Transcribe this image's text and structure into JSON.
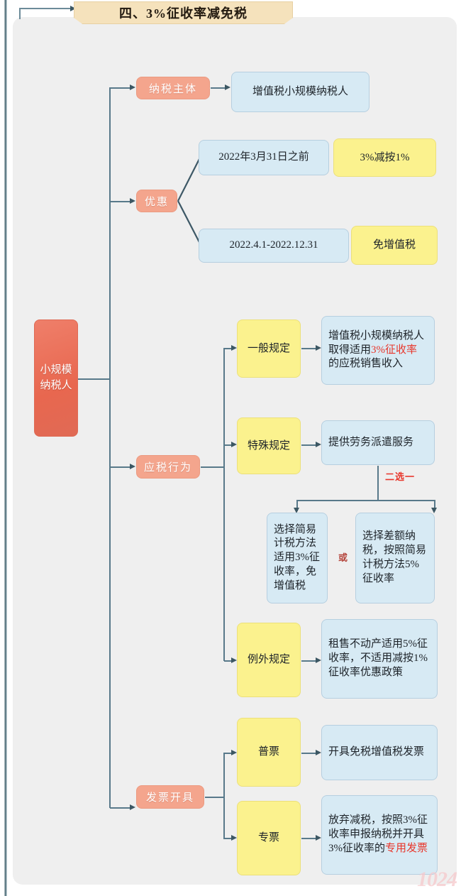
{
  "page": {
    "title": "四、3%征收率减免税",
    "watermark": "1024",
    "accent_root": "#e8674f",
    "accent_branch": "#f4a58d",
    "accent_yellow": "#fbf28e",
    "accent_blue": "#d7eaf4",
    "accent_banner": "#f5e2bc",
    "line_color": "#58798a",
    "highlight_color": "#e8352a"
  },
  "root": {
    "label_line1": "小规模",
    "label_line2": "纳税人"
  },
  "branches": [
    {
      "id": "taxpayer-subject",
      "label": "纳税主体",
      "children": [
        {
          "id": "vat-small-taxpayer",
          "label": "增值税小规模纳税人"
        }
      ]
    },
    {
      "id": "preference",
      "label": "优惠",
      "children": [
        {
          "id": "period-before-2022-03-31",
          "label": "2022年3月31日之前",
          "result": "3%减按1%"
        },
        {
          "id": "period-2022-04-01-to-12-31",
          "label": "2022.4.1-2022.12.31",
          "result": "免增值税"
        }
      ]
    },
    {
      "id": "taxable-behavior",
      "label": "应税行为",
      "children": [
        {
          "id": "general-rule",
          "label": "一般规定",
          "detail_pre": "增值税小规模纳税人取得适用",
          "detail_hl": "3%征收率",
          "detail_post": "的应税销售收入"
        },
        {
          "id": "special-rule",
          "label": "特殊规定",
          "detail": "提供劳务派遣服务",
          "choice_label": "二选一",
          "or_label": "或",
          "options": [
            {
              "id": "option-simple-method",
              "label": "选择简易计税方法适用3%征收率，免增值税"
            },
            {
              "id": "option-differential-tax",
              "label": "选择差额纳税，按照简易计税方法5%征收率"
            }
          ]
        },
        {
          "id": "exception-rule",
          "label": "例外规定",
          "detail": "租售不动产适用5%征收率，不适用减按1%征收率优惠政策"
        }
      ]
    },
    {
      "id": "invoice-issuance",
      "label": "发票开具",
      "children": [
        {
          "id": "general-invoice",
          "label": "普票",
          "detail": "开具免税增值税发票"
        },
        {
          "id": "special-invoice",
          "label": "专票",
          "detail_pre": "放弃减税，按照3%征收率申报纳税并开具3%征收率的",
          "detail_hl": "专用发票"
        }
      ]
    }
  ]
}
